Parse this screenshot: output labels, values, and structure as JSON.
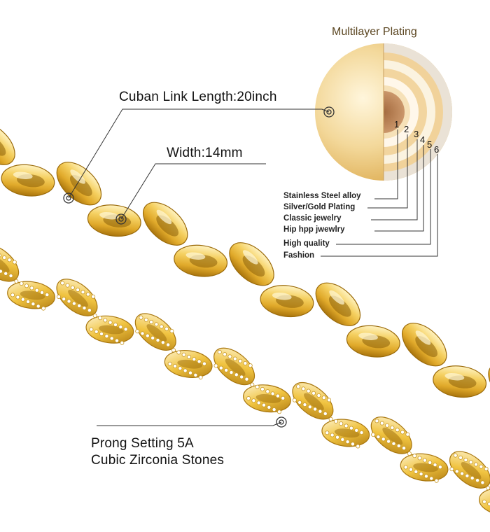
{
  "plating": {
    "title": "Multilayer Plating",
    "layers": [
      {
        "num": "1",
        "label": "Stainless Steel alloy"
      },
      {
        "num": "2",
        "label": "Silver/Gold Plating"
      },
      {
        "num": "3",
        "label": "Classic jewelry"
      },
      {
        "num": "4",
        "label": "Hip hpp jwewlry"
      },
      {
        "num": "5",
        "label": "High quality"
      },
      {
        "num": "6",
        "label": "Fashion"
      }
    ]
  },
  "callouts": {
    "length": "Cuban Link Length:20inch",
    "width": "Width:14mm",
    "stones_line1": "Prong Setting 5A",
    "stones_line2": "Cubic Zirconia Stones"
  },
  "colors": {
    "gold_light": "#fff0b0",
    "gold_mid": "#f2c94a",
    "gold_dark": "#b98512",
    "copper": "#c08455"
  }
}
